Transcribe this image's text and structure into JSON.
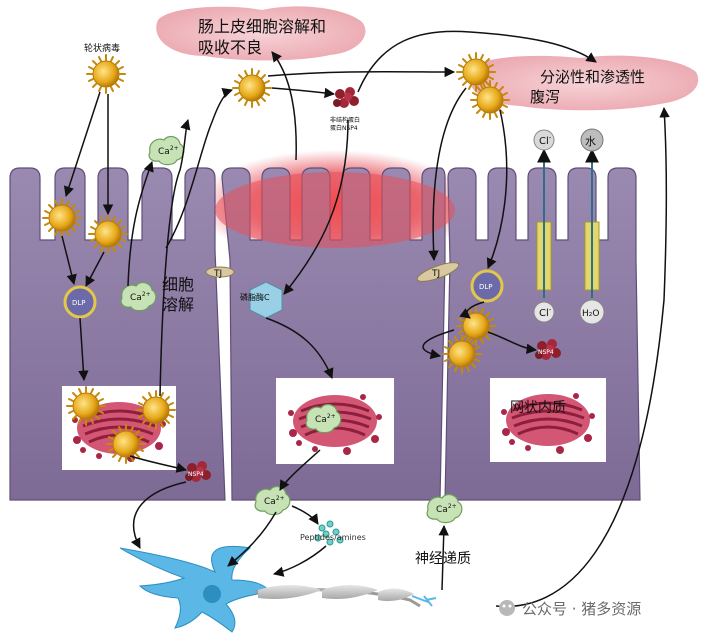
{
  "labels": {
    "rotavirus": "轮状病毒",
    "epithelial_damage_line1": "肠上皮细胞溶解和",
    "epithelial_damage_line2": "吸收不良",
    "secretory_diarrhea_line1": "分泌性和渗透性",
    "secretory_diarrhea_line2": "腹泻",
    "cell_lysis_line1": "细胞",
    "cell_lysis_line2": "溶解",
    "nsp4_nonstructural_line1": "非结构蛋白",
    "nsp4_nonstructural_line2": "蛋白NSP4",
    "plc": "磷脂酶C",
    "er": "网状内质",
    "neurotransmitter": "神经递质",
    "peptides_amines": "Peptides/amines",
    "ca": "Ca",
    "ca_sup": "2+",
    "dlp": "DLP",
    "tj": "TJ",
    "nsp4": "NSP4",
    "cl": "Cl",
    "cl_sup": "-",
    "water": "水",
    "h2o": "H₂O",
    "watermark": "公众号 · 猪多资源"
  },
  "colors": {
    "cell": "#8c7aa3",
    "cell_dark": "#5f4f78",
    "cloud": "#f2c6cb",
    "inflammation": "#e8505a",
    "virus": "#e6b31c",
    "ca_bubble": "#c7e3b6",
    "er": "#c23b5a",
    "neuron": "#5ab7e6"
  }
}
